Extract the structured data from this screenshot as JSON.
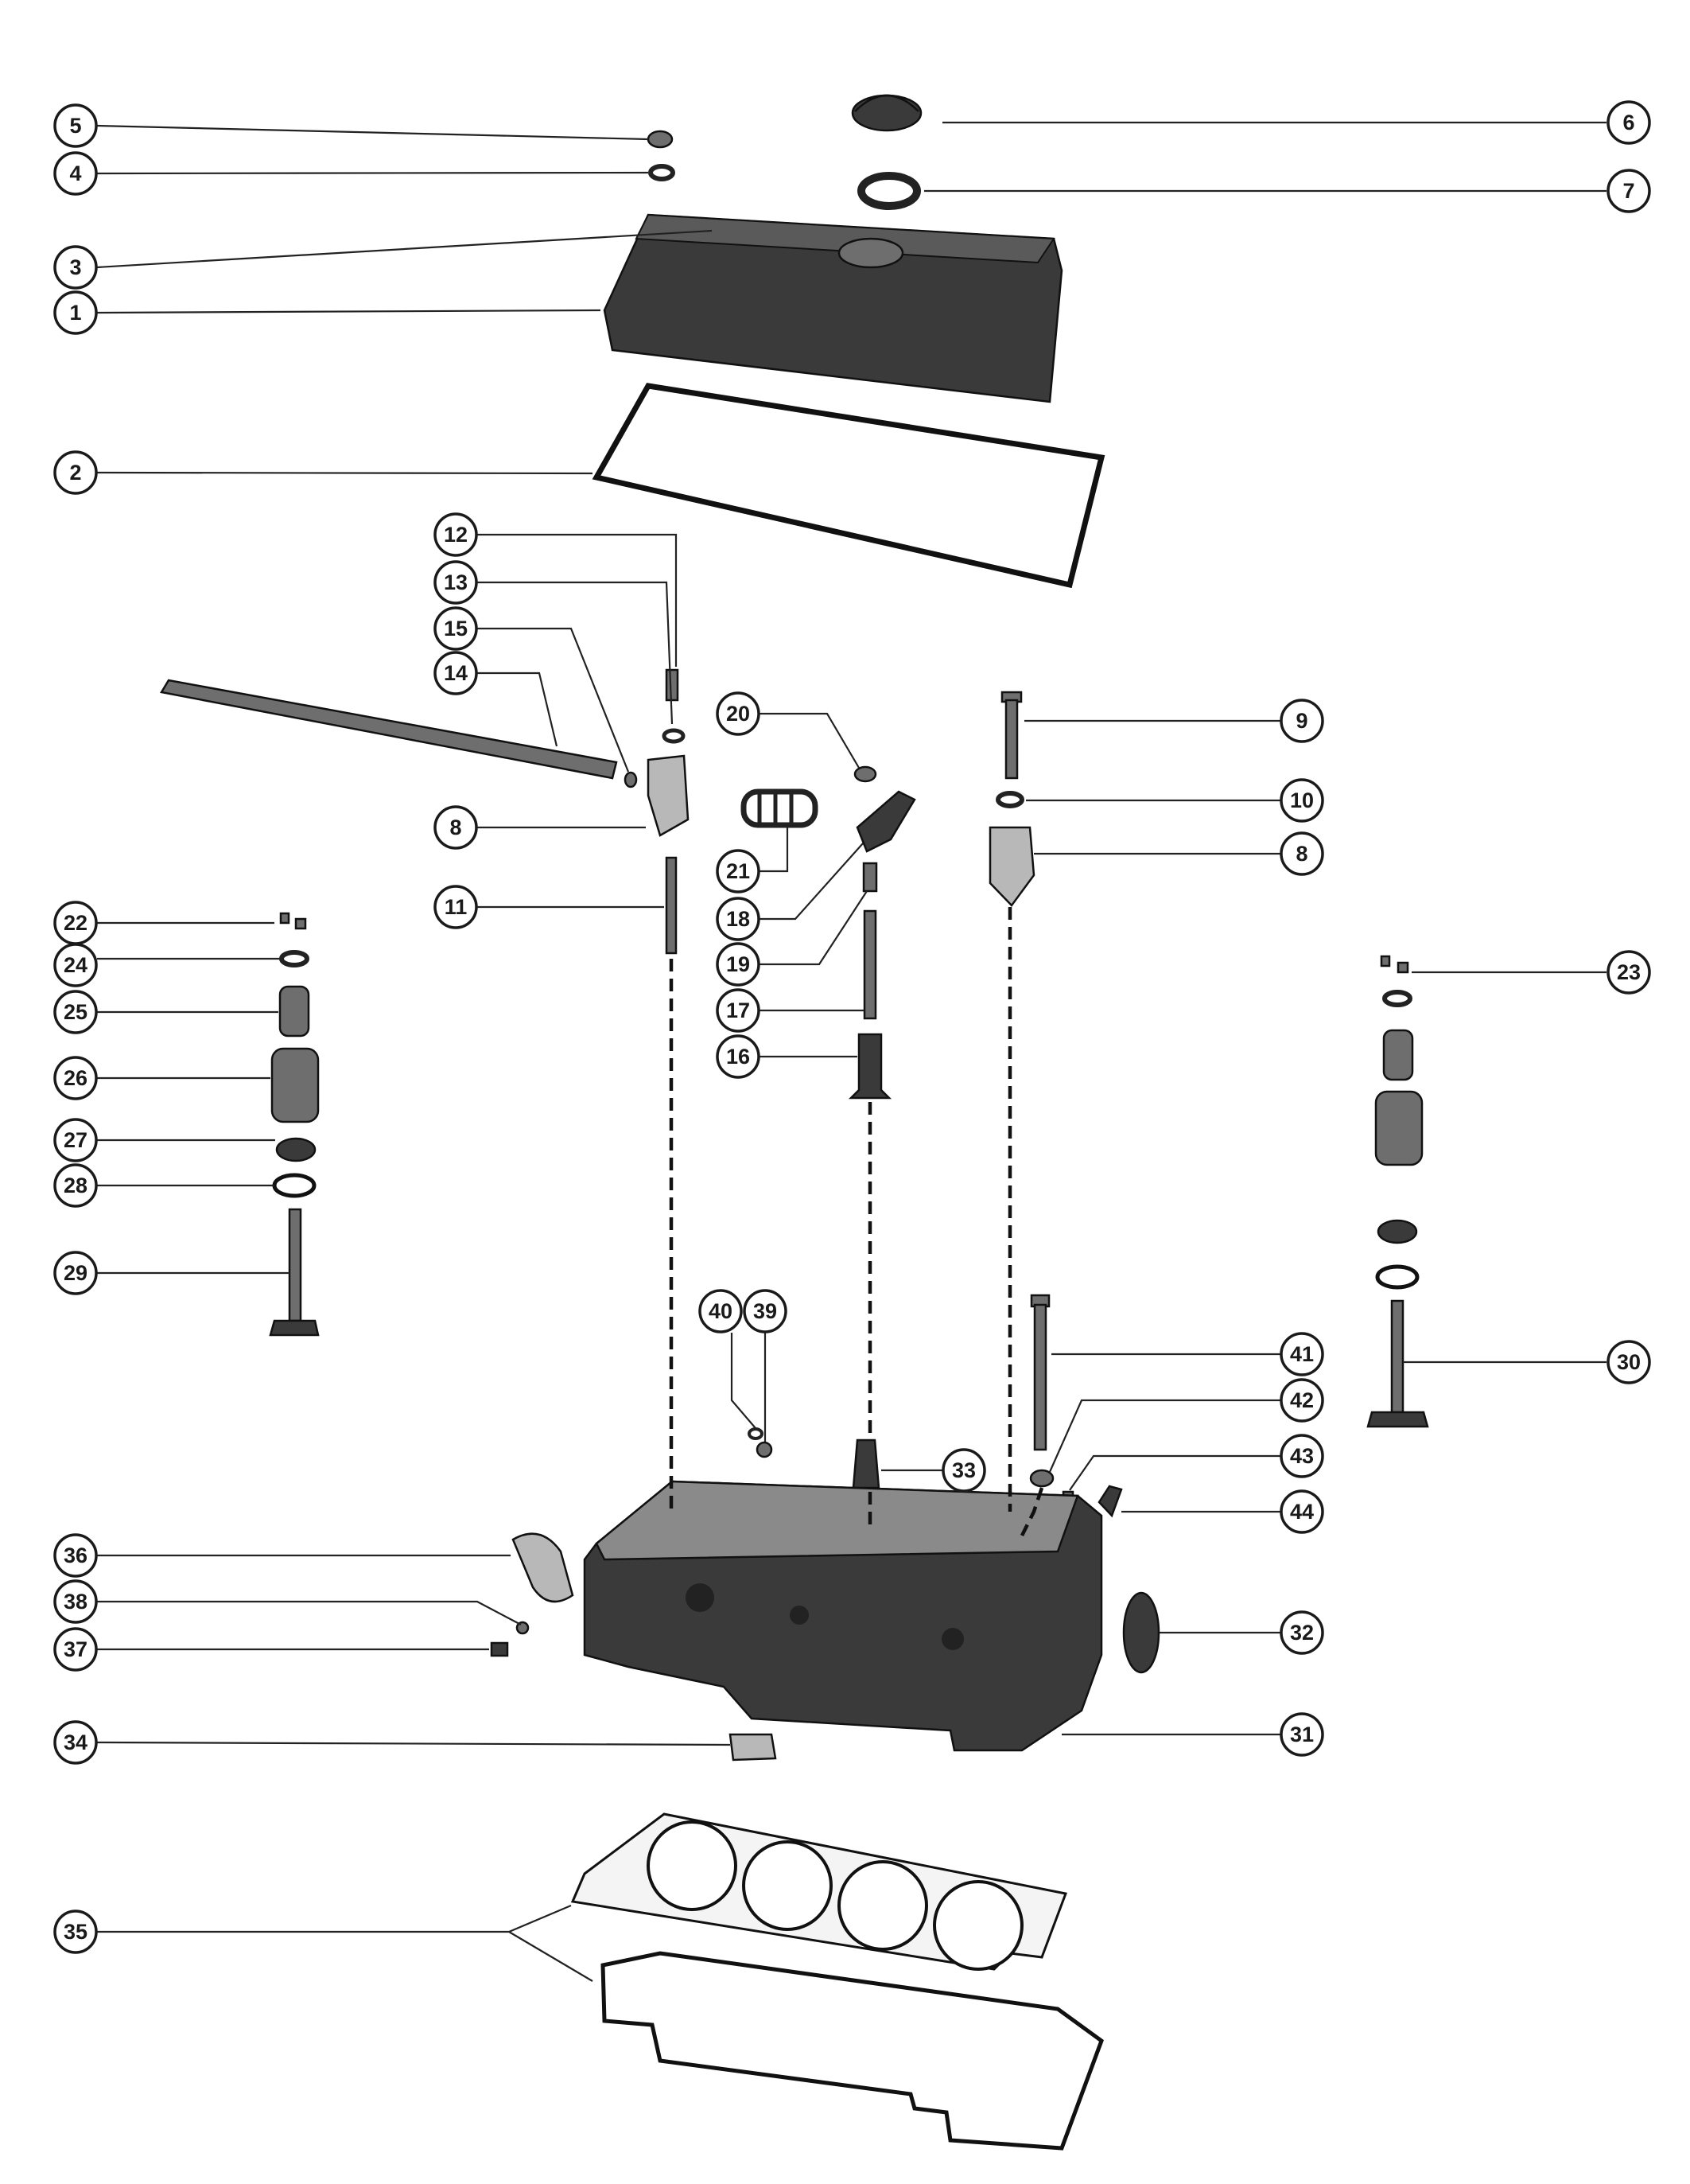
{
  "diagram": {
    "callouts": [
      "1",
      "2",
      "3",
      "4",
      "5",
      "6",
      "7",
      "8",
      "8",
      "9",
      "10",
      "11",
      "12",
      "13",
      "14",
      "15",
      "16",
      "17",
      "18",
      "19",
      "20",
      "21",
      "22",
      "23",
      "24",
      "25",
      "26",
      "27",
      "28",
      "29",
      "30",
      "31",
      "32",
      "33",
      "34",
      "35",
      "36",
      "37",
      "38",
      "39",
      "40",
      "41",
      "42",
      "43",
      "44"
    ]
  },
  "colors": {
    "ink": "#1a1a1a",
    "part_dark": "#3a3a3a",
    "part_mid": "#6e6e6e",
    "paper": "#ffffff"
  }
}
